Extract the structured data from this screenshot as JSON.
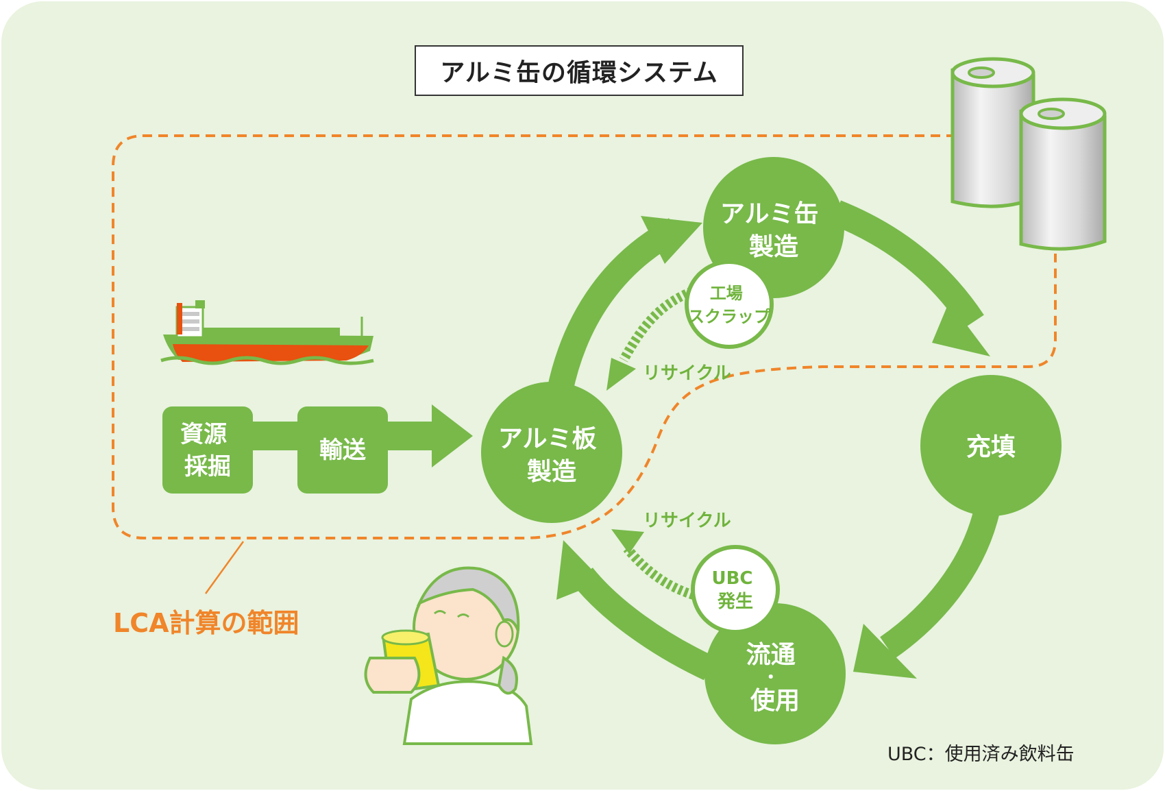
{
  "title": "アルミ缶の循環システム",
  "nodes": {
    "resource": [
      "資源",
      "採掘"
    ],
    "transport": "輸送",
    "sheet": [
      "アルミ板",
      "製造"
    ],
    "can": [
      "アルミ缶",
      "製造"
    ],
    "filling": "充填",
    "distribution": [
      "流通",
      "・",
      "使用"
    ]
  },
  "sub_circles": {
    "factory_scrap": [
      "工場",
      "スクラップ"
    ],
    "ubc": [
      "UBC",
      "発生"
    ]
  },
  "recycle_label_top": "リサイクル",
  "recycle_label_bottom": "リサイクル",
  "lca_label": "LCA計算の範囲",
  "footnote": "UBC：使用済み飲料缶",
  "colors": {
    "background": "#e9f3df",
    "green": "#78b94a",
    "orange": "#f0852a"
  }
}
